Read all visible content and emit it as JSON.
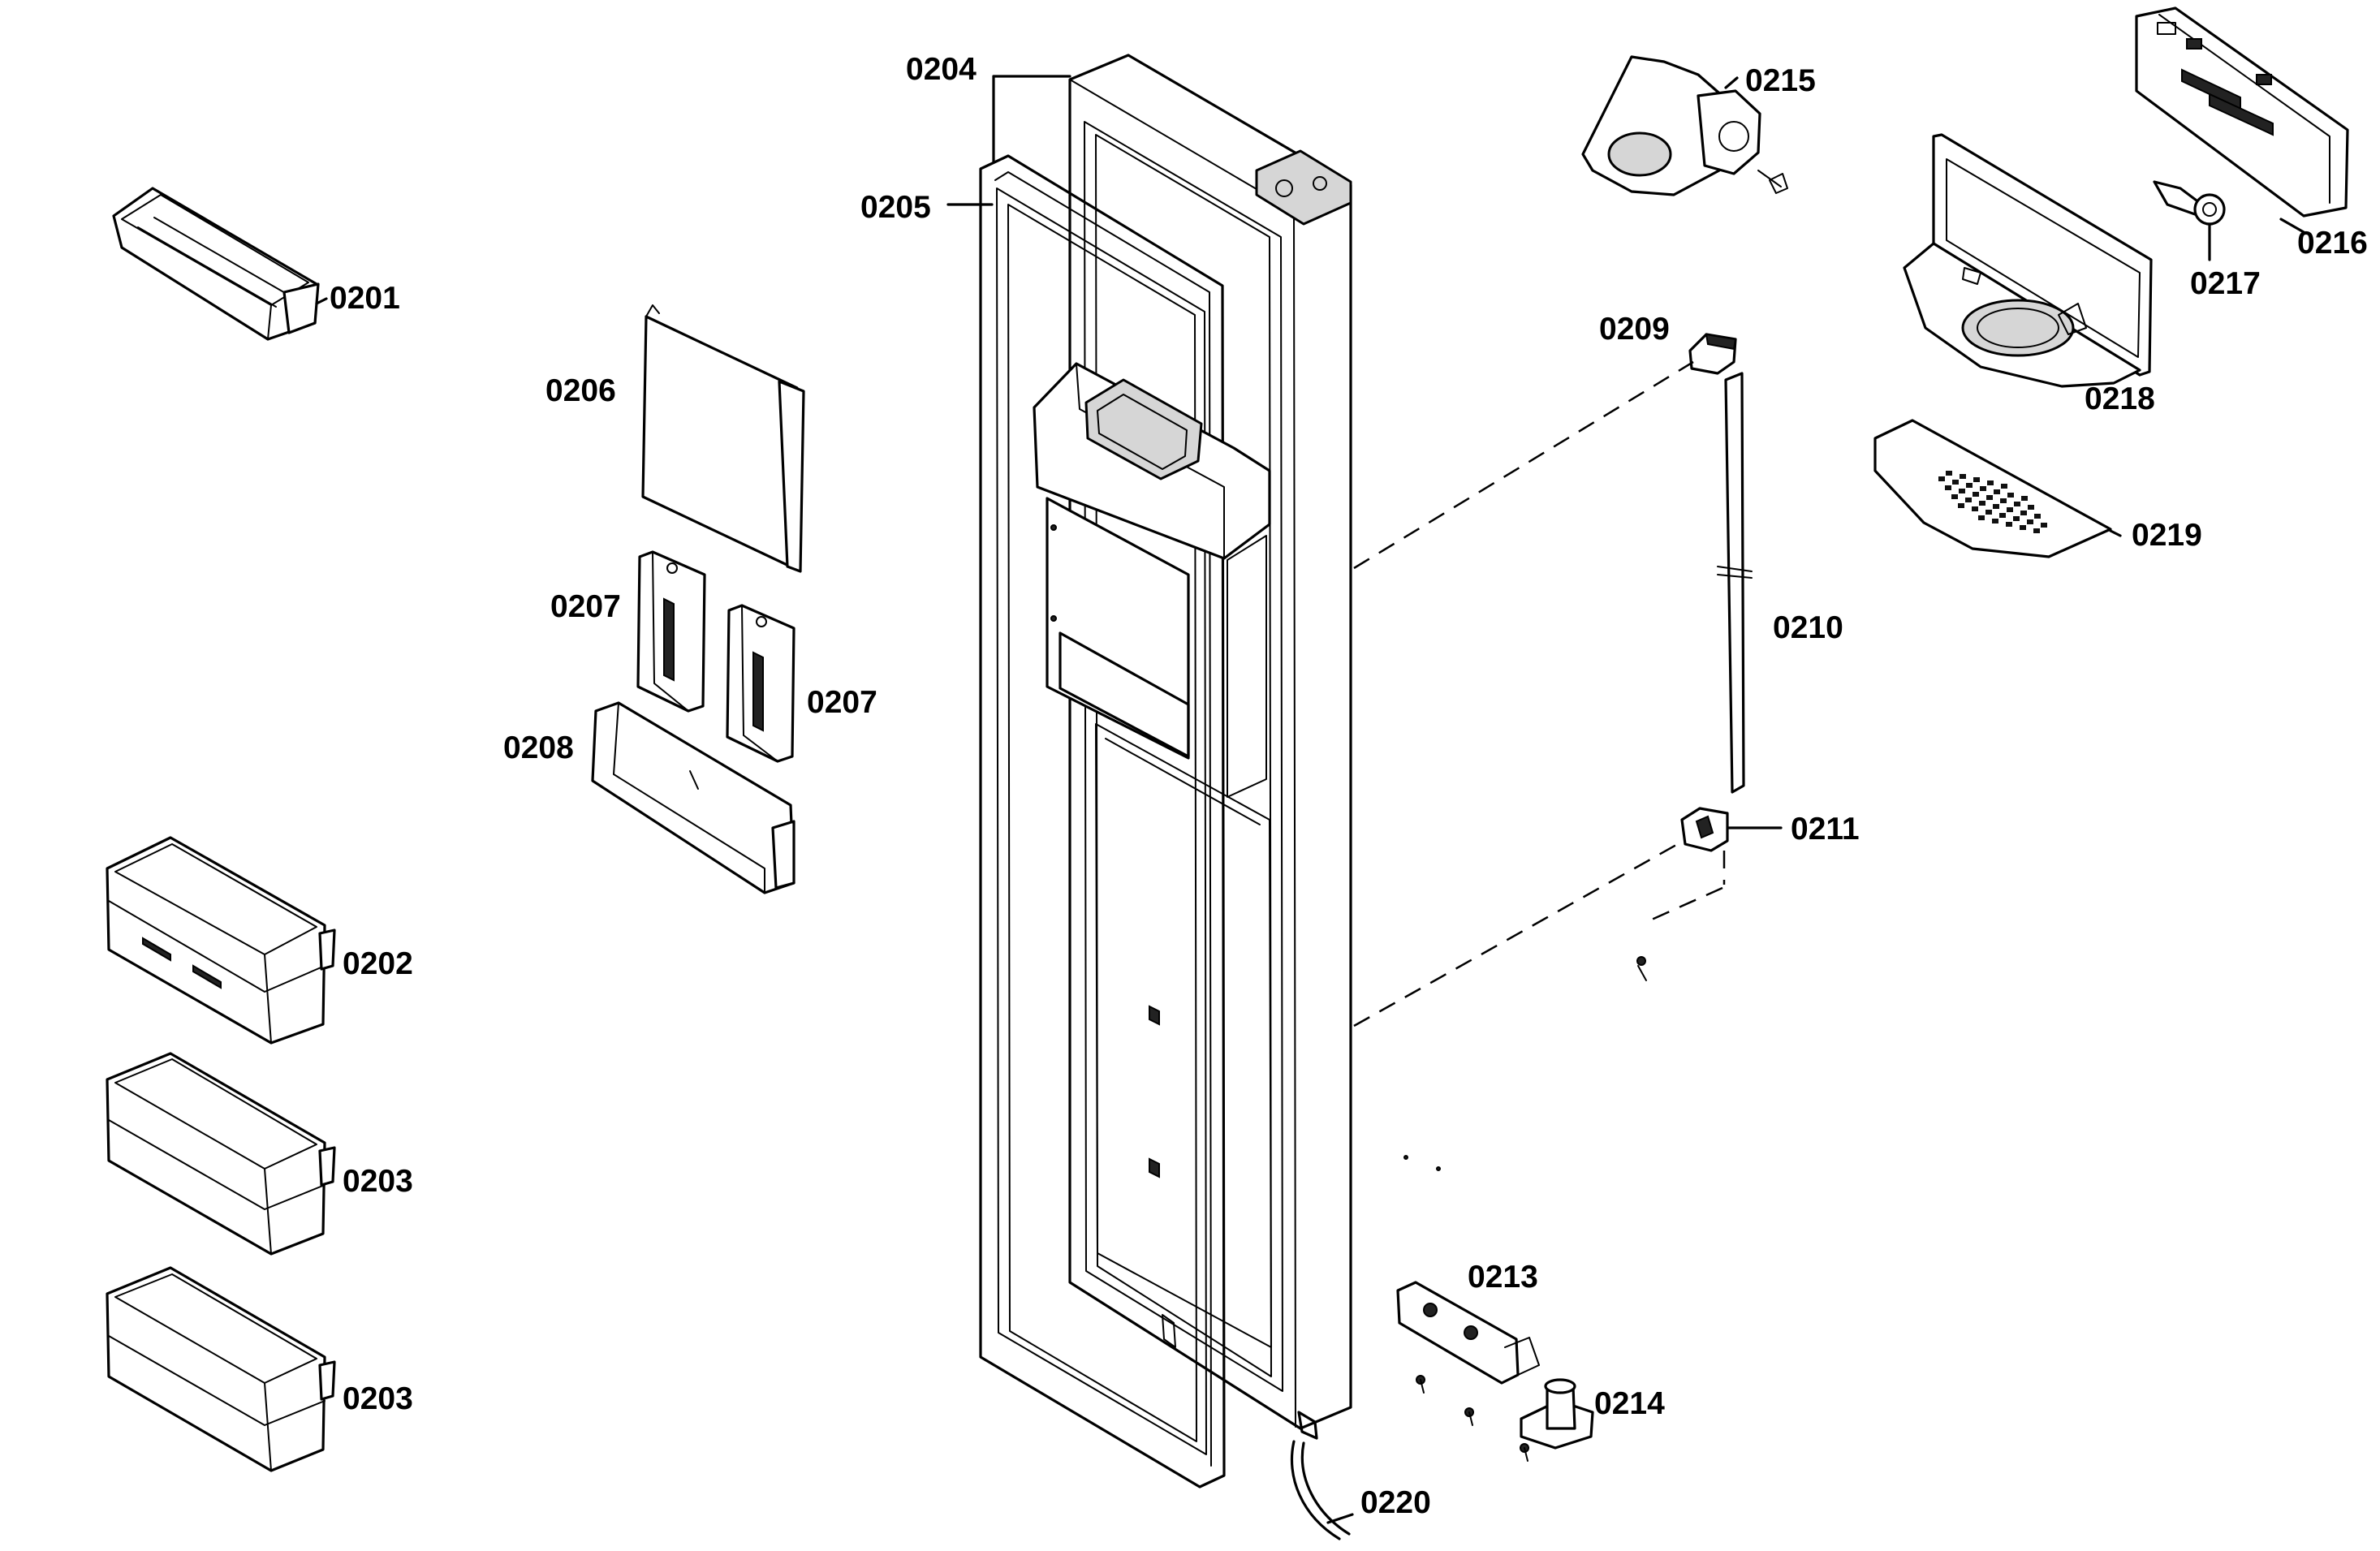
{
  "labels": {
    "p0201": "0201",
    "p0202": "0202",
    "p0203a": "0203",
    "p0203b": "0203",
    "p0204": "0204",
    "p0205": "0205",
    "p0206": "0206",
    "p0207a": "0207",
    "p0207b": "0207",
    "p0208": "0208",
    "p0209": "0209",
    "p0210": "0210",
    "p0211": "0211",
    "p0213": "0213",
    "p0214": "0214",
    "p0215": "0215",
    "p0216": "0216",
    "p0217": "0217",
    "p0218": "0218",
    "p0219": "0219",
    "p0220": "0220"
  }
}
